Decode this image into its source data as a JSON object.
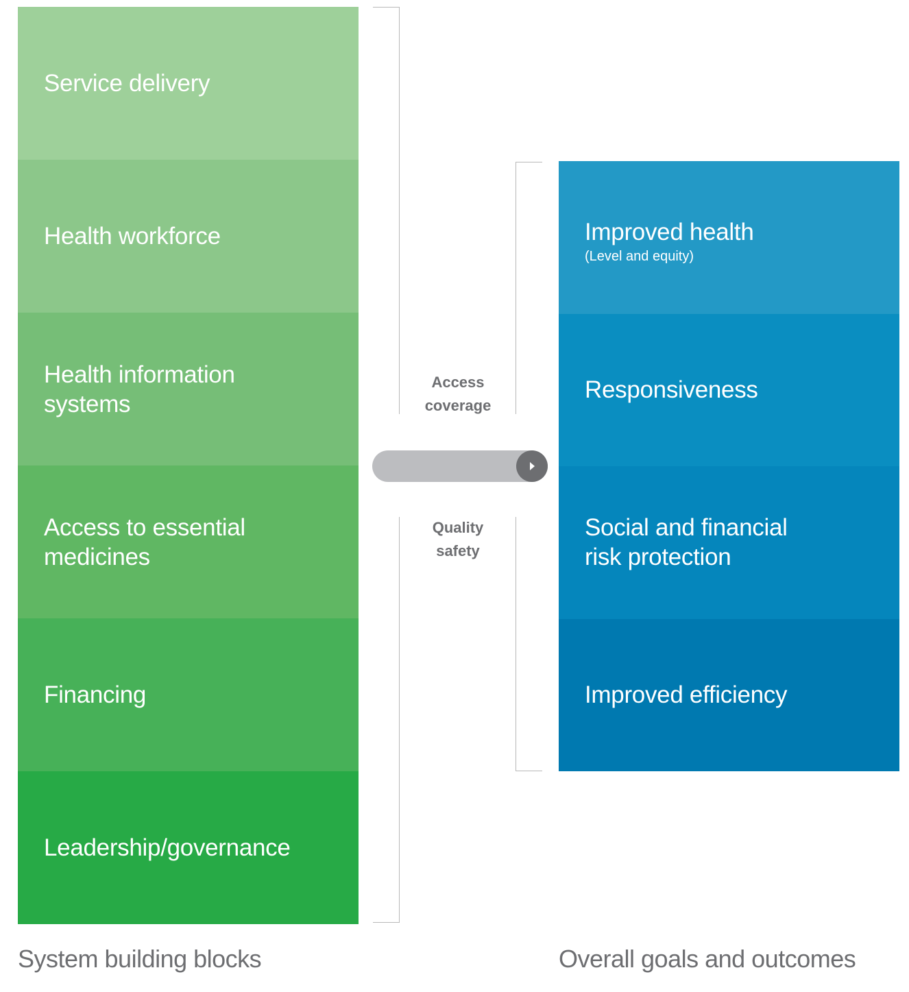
{
  "building_blocks": {
    "items": [
      {
        "label": "Service delivery",
        "color": "#9ed09a"
      },
      {
        "label": "Health workforce",
        "color": "#8cc78a"
      },
      {
        "label": "Health information\nsystems",
        "color": "#76be77"
      },
      {
        "label": "Access to essential\nmedicines",
        "color": "#60b763"
      },
      {
        "label": "Financing",
        "color": "#47b158"
      },
      {
        "label": "Leadership/governance",
        "color": "#27aa46"
      }
    ],
    "caption": "System building blocks"
  },
  "goals": {
    "items": [
      {
        "label": "Improved health",
        "sub": "(Level and equity)",
        "color": "#2399c6"
      },
      {
        "label": "Responsiveness",
        "sub": "",
        "color": "#0a8ec1"
      },
      {
        "label": "Social and financial\nrisk protection",
        "sub": "",
        "color": "#0586bc"
      },
      {
        "label": "Improved efficiency",
        "sub": "",
        "color": "#0079b0"
      }
    ],
    "caption": "Overall goals and outcomes"
  },
  "connector": {
    "top_label": "Access\ncoverage",
    "bottom_label": "Quality\nsafety",
    "arrow_icon": "play-arrow-icon",
    "bar_color": "#bcbdc0",
    "knob_color": "#6d6e71"
  }
}
